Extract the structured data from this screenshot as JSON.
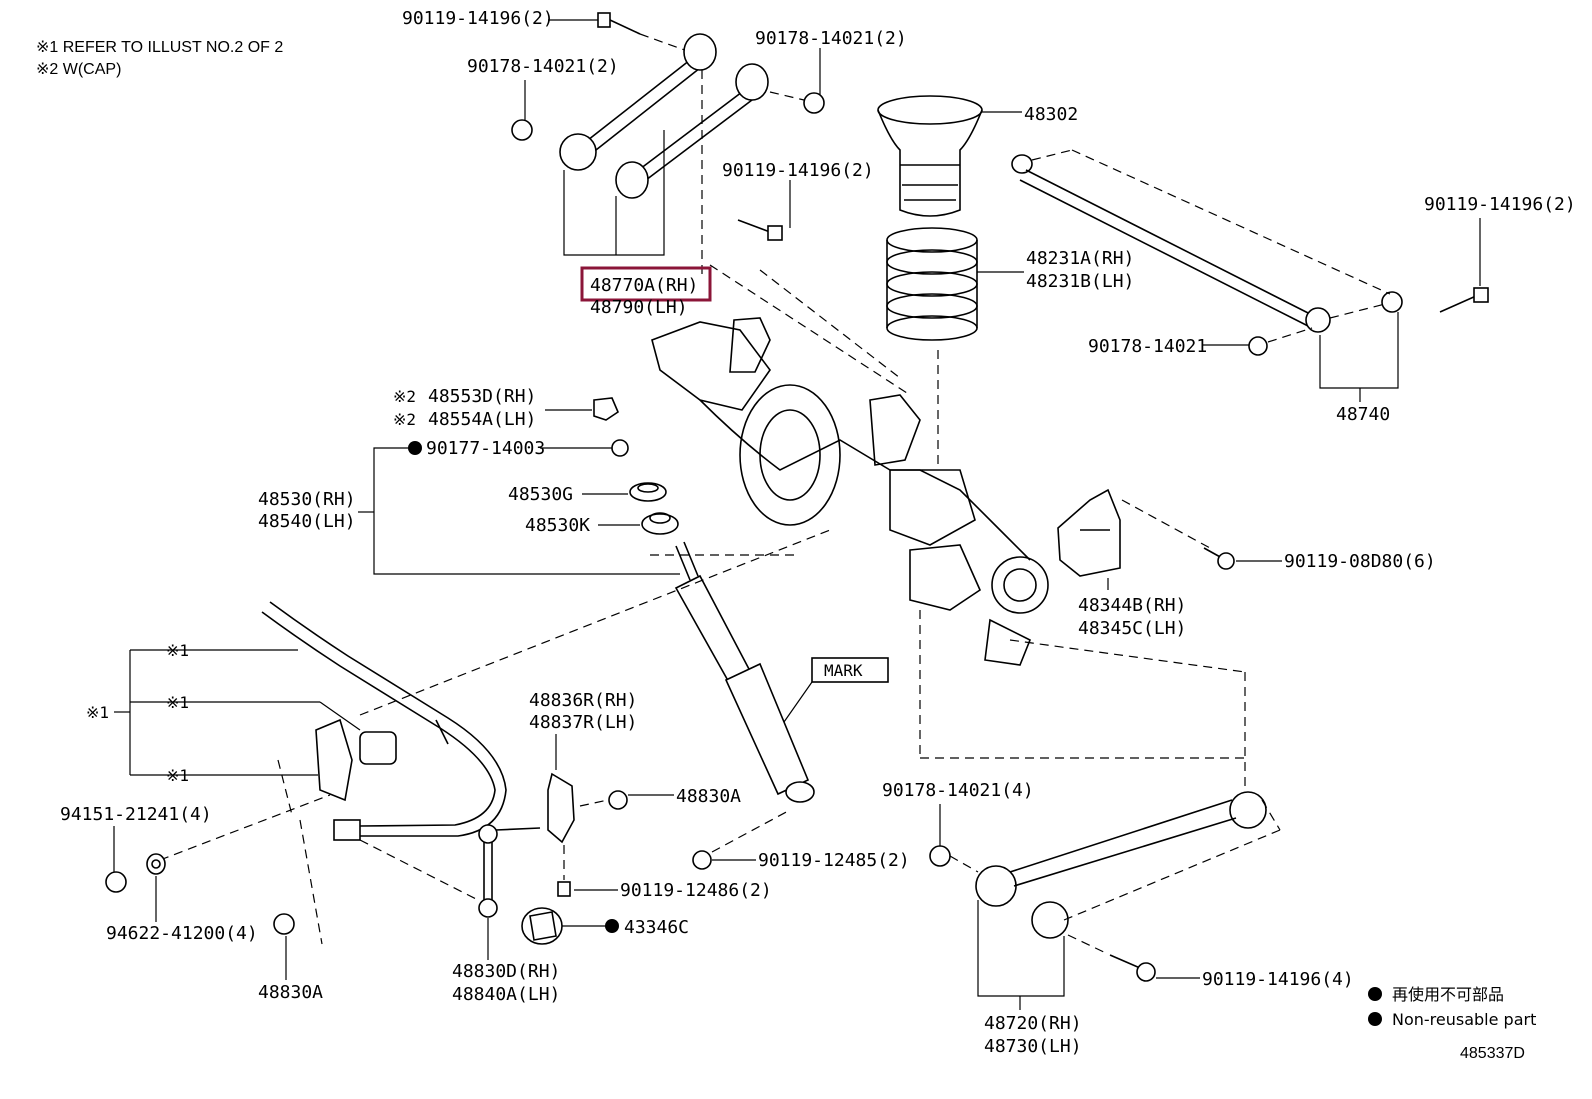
{
  "notes": {
    "note1": "※1 REFER TO ILLUST NO.2 OF 2",
    "note2": "※2 W(CAP)"
  },
  "labels": {
    "bolt_top_left": "90119-14196(2)",
    "nut_top_left": "90178-14021(2)",
    "nut_top_mid": "90178-14021(2)",
    "bolt_top_mid": "90119-14196(2)",
    "arm_upper_rh": "48770A(RH)",
    "arm_upper_lh": "48790(LH)",
    "bumper_48302": "48302",
    "spring_rh": "48231A(RH)",
    "spring_lh": "48231B(LH)",
    "bolt_right_top": "90119-14196(2)",
    "nut_right": "90178-14021",
    "rod_48740": "48740",
    "cap_rh": "48553D(RH)",
    "cap_lh": "48554A(LH)",
    "cap_mark": "※2",
    "nut_90177": "90177-14003",
    "shock_rh": "48530(RH)",
    "shock_lh": "48540(LH)",
    "cushion_g": "48530G",
    "cushion_k": "48530K",
    "bracket_rh": "48344B(RH)",
    "bracket_lh": "48345C(LH)",
    "bolt_bracket": "90119-08D80(6)",
    "ref1": "※1",
    "mark": "MARK",
    "bracket_stab_rh": "48836R(RH)",
    "bracket_stab_lh": "48837R(LH)",
    "bush_48830a_right": "48830A",
    "bolt_12485": "90119-12485(2)",
    "bolt_12486": "90119-12486(2)",
    "part_43346c": "43346C",
    "nut_94151": "94151-21241(4)",
    "washer_94622": "94622-41200(4)",
    "bush_48830a_bottom": "48830A",
    "link_rh": "48830D(RH)",
    "link_lh": "48840A(LH)",
    "nut_lower": "90178-14021(4)",
    "bolt_lower": "90119-14196(4)",
    "arm_lower_rh": "48720(RH)",
    "arm_lower_lh": "48730(LH)"
  },
  "legend": {
    "jp": "再使用不可部品",
    "en": "Non-reusable part"
  },
  "illustration_id": "485337D",
  "colors": {
    "highlight": "#8b1538",
    "ink": "#000000"
  }
}
